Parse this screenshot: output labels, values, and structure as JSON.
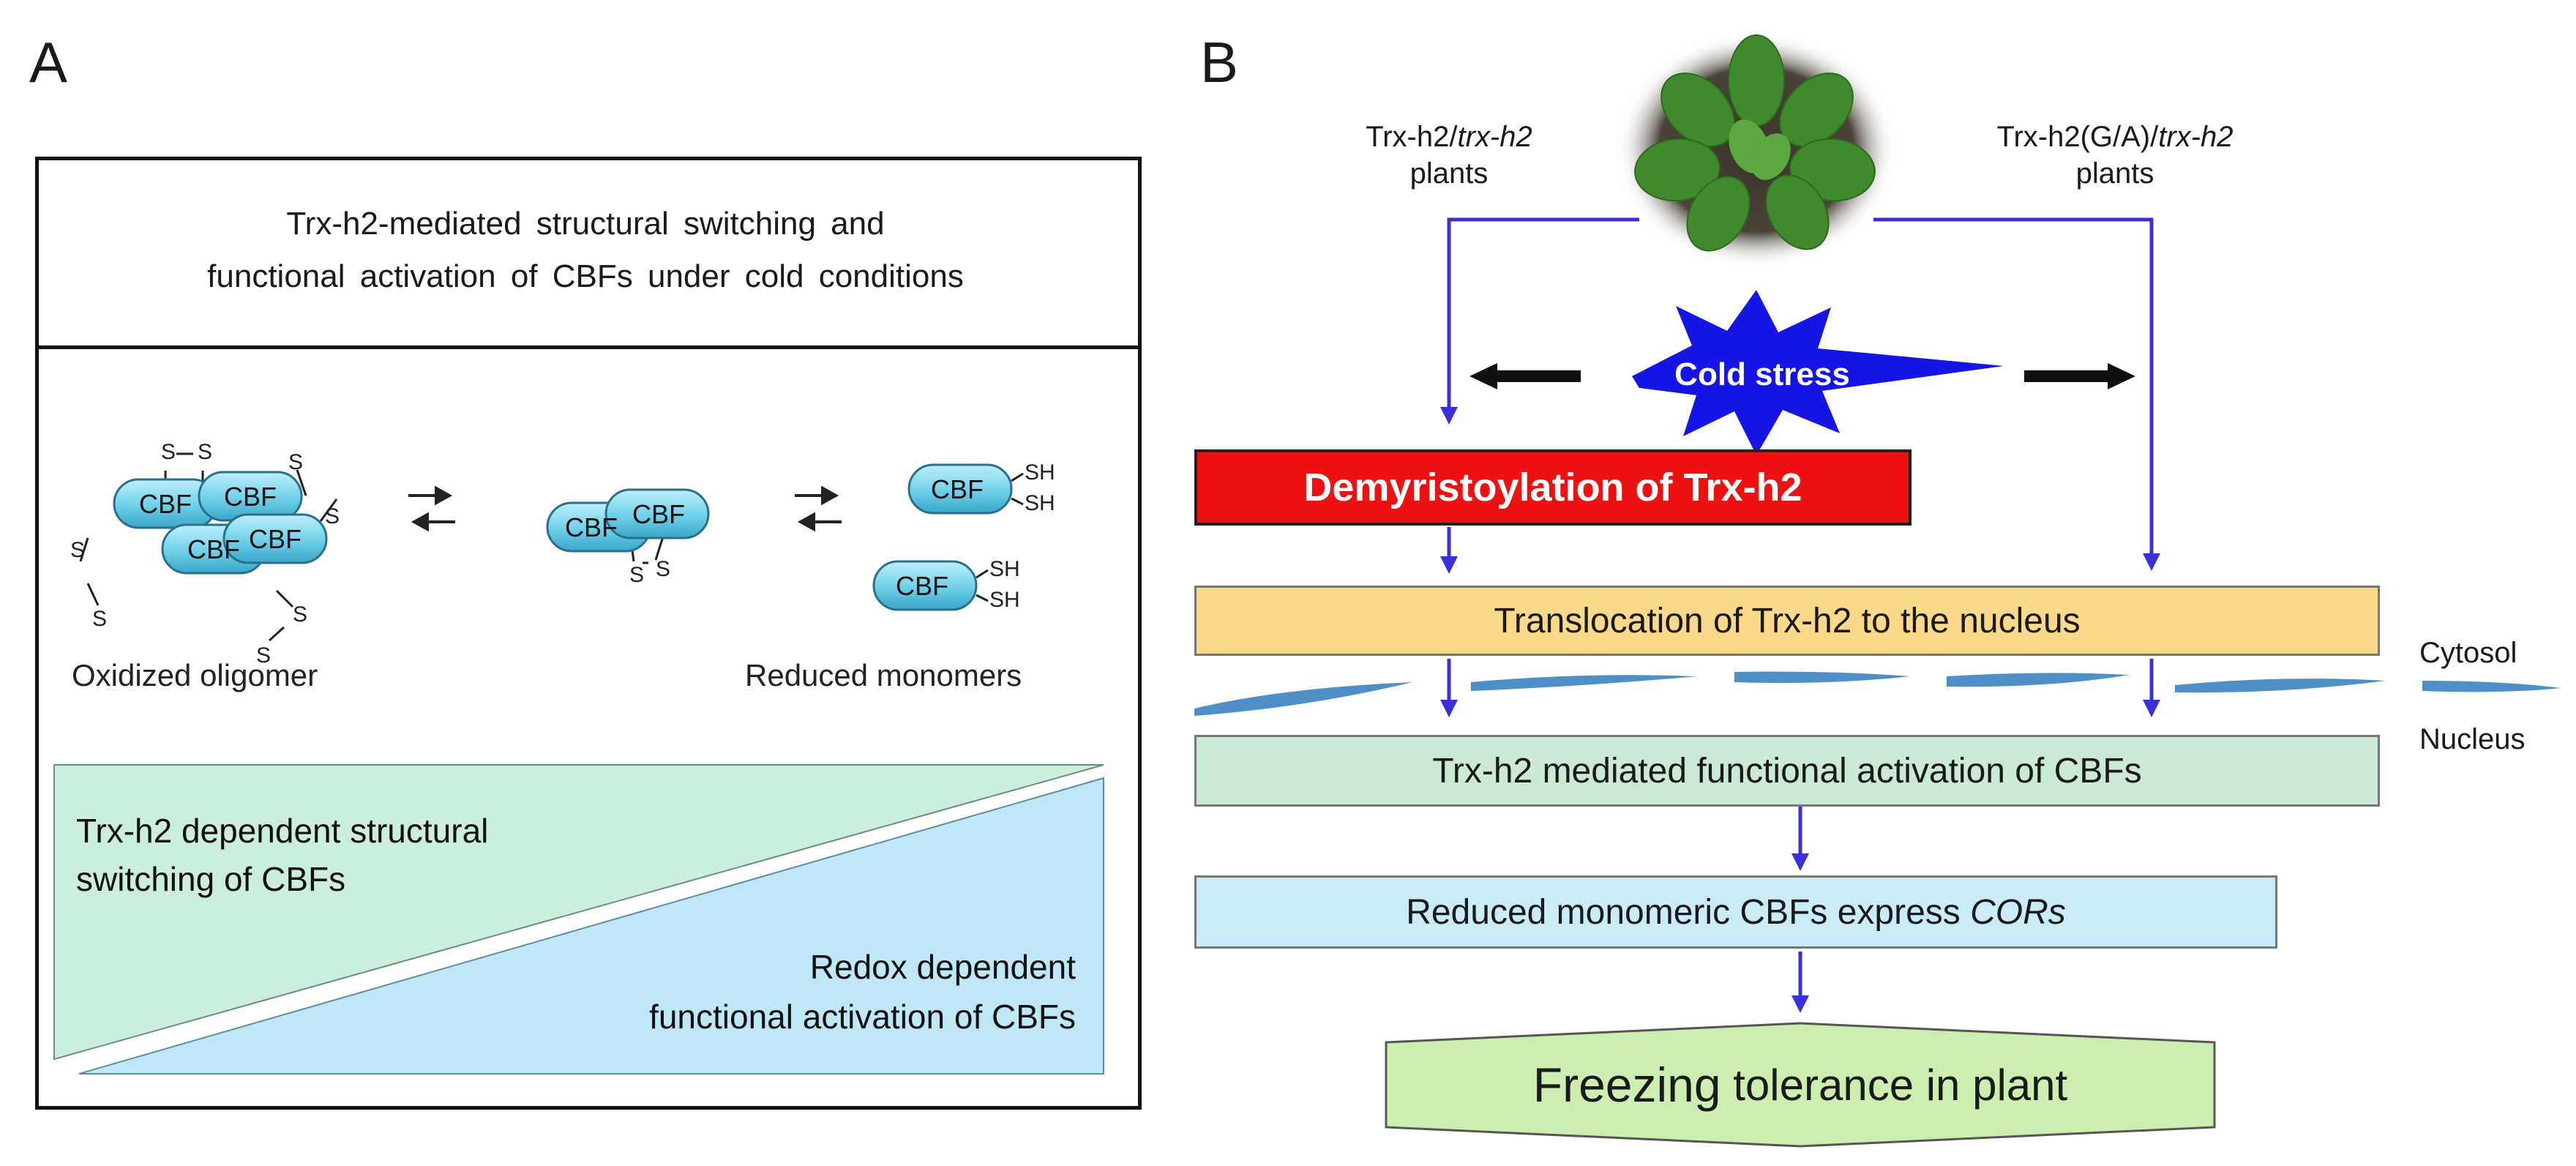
{
  "panel_a": {
    "letter": "A",
    "title_line1": "Trx-h2-mediated structural switching and",
    "title_line2": "functional activation of CBFs under cold conditions",
    "cbf_label": "CBF",
    "s_label": "S",
    "sh_label": "SH",
    "oligomer_label": "Oxidized oligomer",
    "monomers_label": "Reduced monomers",
    "green_line1": "Trx-h2 dependent structural",
    "green_line2": "switching of CBFs",
    "blue_line1": "Redox dependent",
    "blue_line2": "functional activation of CBFs",
    "colors": {
      "cbf_fill": "#6fd0ea",
      "green_tri": "#cbeedd",
      "blue_tri": "#bfe8f6"
    }
  },
  "panel_b": {
    "letter": "B",
    "left_plants_1a": "Trx-h2/",
    "left_plants_1b": "trx-h2",
    "left_plants_2": "plants",
    "right_plants_1a": "Trx-h2(G/A)/",
    "right_plants_1b": "trx-h2",
    "right_plants_2": "plants",
    "cold_stress": "Cold stress",
    "demyristoylation": "Demyristoylation of Trx-h2",
    "translocation": "Translocation of Trx-h2 to the nucleus",
    "cytosol": "Cytosol",
    "nucleus": "Nucleus",
    "activation": "Trx-h2 mediated functional activation of CBFs",
    "express_a": "Reduced monomeric CBFs express ",
    "express_b": "CORs",
    "freezing_a": "Freezing",
    "freezing_b": " tolerance in plant",
    "colors": {
      "arrow": "#3a2fd8",
      "star": "#1515e6",
      "red_box": "#ee1111",
      "yellow_box": "#fbd98a",
      "green_box": "#cce9d6",
      "blue_box": "#c9ecf7",
      "hex_box": "#cdeeb0",
      "membrane": "#4f8fc7"
    }
  }
}
